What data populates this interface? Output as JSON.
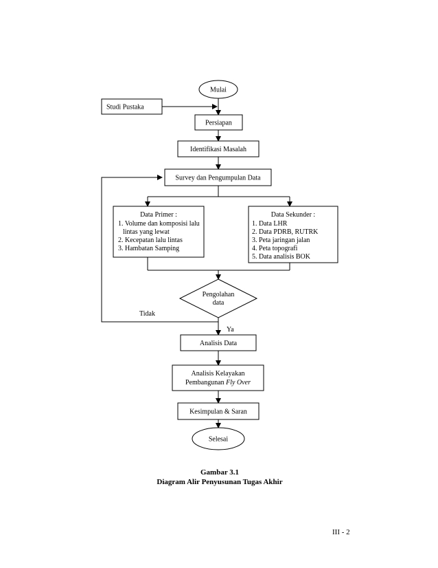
{
  "nodes": {
    "start": "Mulai",
    "literature": "Studi Pustaka",
    "preparation": "Persiapan",
    "problem_id": "Identifikasi Masalah",
    "survey": "Survey dan Pengumpulan Data",
    "primary": {
      "title": "Data Primer :",
      "items": [
        "1. Volume dan komposisi lalu",
        "lintas yang lewat",
        "2. Kecepatan lalu lintas",
        "3. Hambatan Samping"
      ]
    },
    "secondary": {
      "title": "Data Sekunder :",
      "items": [
        "1. Data LHR",
        "2. Data PDRB, RUTRK",
        "3. Peta jaringan jalan",
        "4. Peta topografi",
        "5. Data analisis BOK"
      ]
    },
    "processing": [
      "Pengolahan",
      "data"
    ],
    "no_label": "Tidak",
    "yes_label": "Ya",
    "analysis": "Analisis Data",
    "feasibility": {
      "line1": "Analisis Kelayakan",
      "line2_prefix": "Pembangunan ",
      "line2_italic": "Fly Over"
    },
    "conclusion": "Kesimpulan & Saran",
    "end": "Selesai"
  },
  "caption": {
    "title": "Gambar 3.1",
    "subtitle": "Diagram Alir Penyusunan Tugas Akhir"
  },
  "page_number": "III - 2"
}
